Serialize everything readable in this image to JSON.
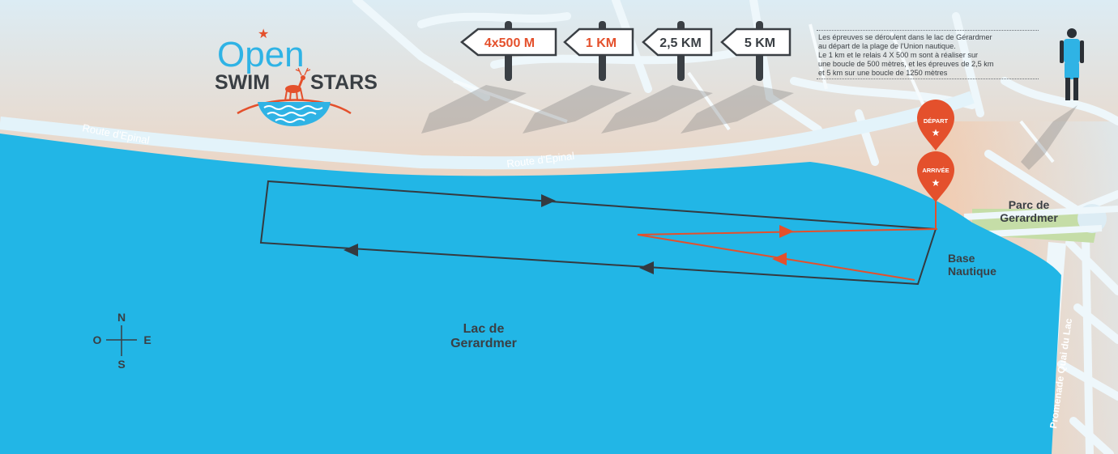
{
  "brand": {
    "logo_top": "Open",
    "logo_left": "SWIM",
    "logo_right": "STARS"
  },
  "signs": [
    {
      "label": "4x500 M",
      "color": "#e4502c"
    },
    {
      "label": "1 KM",
      "color": "#e4502c"
    },
    {
      "label": "2,5 KM",
      "color": "#3a3f44"
    },
    {
      "label": "5 KM",
      "color": "#3a3f44"
    }
  ],
  "description": {
    "line1": "Les épreuves se déroulent dans le lac de Gérardmer",
    "line2": "au départ de la plage de l'Union nautique.",
    "line3": "Le 1 km et le relais 4 X 500 m sont à réaliser sur",
    "line4": "une boucle de 500 mètres, et les épreuves de 2,5 km",
    "line5": "et 5 km sur une boucle de 1250 mètres"
  },
  "map": {
    "road_label_1": "Route d'Epinal",
    "road_label_2": "Route d'Epinal",
    "promenade_label": "Promenade Quai du Lac",
    "park_label_1": "Parc de",
    "park_label_2": "Gerardmer",
    "base_label_1": "Base",
    "base_label_2": "Nautique",
    "lake_label_1": "Lac de",
    "lake_label_2": "Gerardmer"
  },
  "markers": {
    "start_label": "DÉPART",
    "finish_label": "ARRIVÉE"
  },
  "compass": {
    "n": "N",
    "s": "S",
    "e": "E",
    "o": "O"
  },
  "colors": {
    "lake": "#22b6e6",
    "shore": "#f5c9a6",
    "road": "#e3f3fa",
    "park": "#c5dda7",
    "accent": "#e4502c",
    "dark_route": "#343a40",
    "brand_blue": "#2fb3e5"
  }
}
